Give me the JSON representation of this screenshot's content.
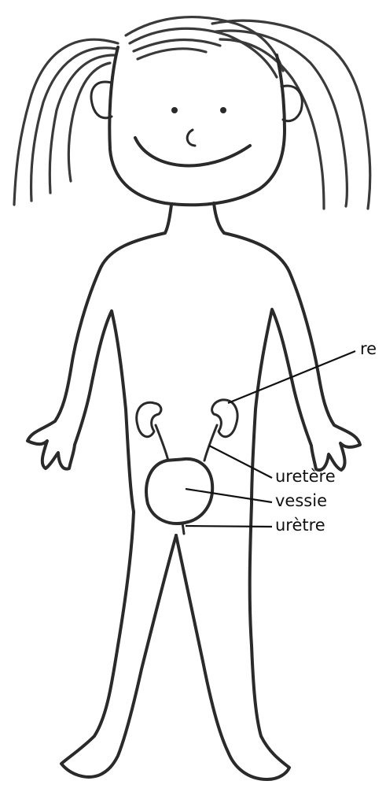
{
  "labels": {
    "kidney": "re",
    "ureter": "uretère",
    "bladder": "vessie",
    "urethra": "urètre"
  },
  "colors": {
    "line": "#2a2a2a",
    "background": "#ffffff"
  }
}
